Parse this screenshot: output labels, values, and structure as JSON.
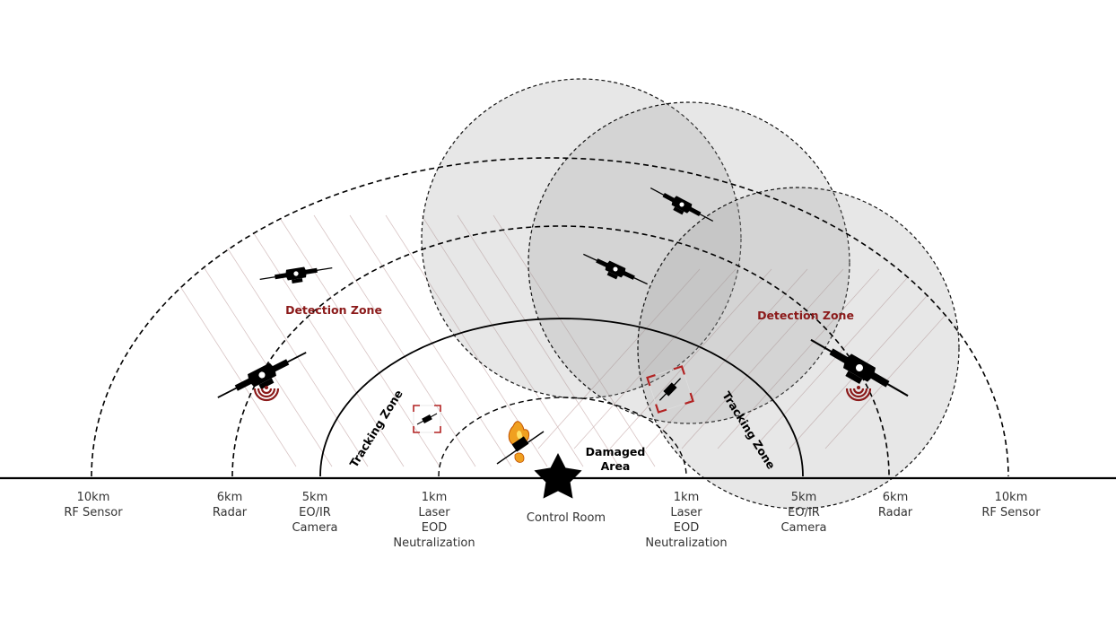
{
  "colors": {
    "zone_label": "#8b1a1a",
    "signal": "#8b1a1a",
    "circle_fill": "#9a9a9a",
    "line": "#000000",
    "hatch": "#d8c4c4"
  },
  "labels": {
    "left": [
      {
        "distance": "10km",
        "lines": [
          "RF Sensor"
        ]
      },
      {
        "distance": "6km",
        "lines": [
          "Radar"
        ]
      },
      {
        "distance": "5km",
        "lines": [
          "EO/IR",
          "Camera"
        ]
      },
      {
        "distance": "1km",
        "lines": [
          "Laser",
          "EOD",
          "Neutralization"
        ]
      }
    ],
    "center": "Control Room",
    "right": [
      {
        "distance": "1km",
        "lines": [
          "Laser",
          "EOD",
          "Neutralization"
        ]
      },
      {
        "distance": "5km",
        "lines": [
          "EO/IR",
          "Camera"
        ]
      },
      {
        "distance": "6km",
        "lines": [
          "Radar"
        ]
      },
      {
        "distance": "10km",
        "lines": [
          "RF Sensor"
        ]
      }
    ]
  },
  "zones": {
    "detection_left": "Detection Zone",
    "detection_right": "Detection Zone",
    "tracking_left": "Tracking Zone",
    "tracking_right": "Tracking Zone"
  },
  "damaged": {
    "line1": "Damaged",
    "line2": "Area"
  },
  "icons": [
    "drone-icon",
    "signal-icon",
    "target-reticle-icon",
    "burning-drone-icon",
    "star-icon"
  ]
}
